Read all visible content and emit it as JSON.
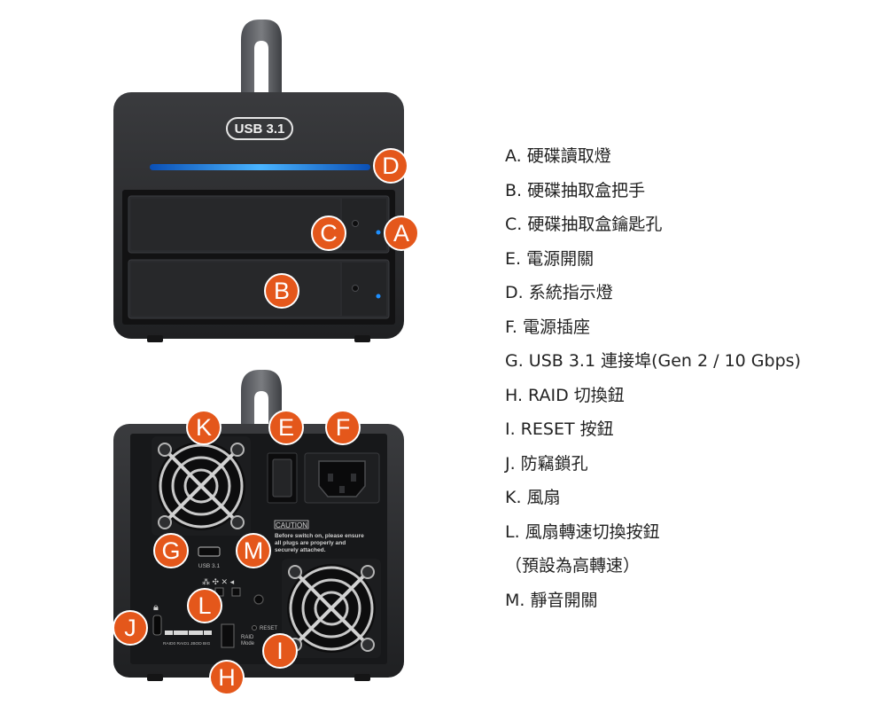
{
  "front": {
    "badge": "USB 3.1"
  },
  "rear": {
    "caution_title": "CAUTION",
    "caution_lines": [
      "Before switch on, please ensure",
      "all plugs are properly and",
      "securely attached."
    ],
    "usb_label": "USB 3.1",
    "reset_label": "RESET",
    "raid_mode_line1": "RAID",
    "raid_mode_line2": "Mode",
    "raid_modes": "RAID0 RAID1 JBOD BIG"
  },
  "markers": {
    "A": "A",
    "B": "B",
    "C": "C",
    "D": "D",
    "E": "E",
    "F": "F",
    "G": "G",
    "H": "H",
    "I": "I",
    "J": "J",
    "K": "K",
    "L": "L",
    "M": "M"
  },
  "legend": [
    "A. 硬碟讀取燈",
    "B. 硬碟抽取盒把手",
    "C. 硬碟抽取盒鑰匙孔",
    "E.  電源開關",
    "D. 系統指示燈",
    "F.  電源插座",
    "G. USB 3.1 連接埠(Gen 2 / 10 Gbps)",
    "H. RAID 切換鈕",
    "I.  RESET 按鈕",
    "J.  防竊鎖孔",
    "K. 風扇",
    "L. 風扇轉速切換按鈕",
    "（預設為高轉速）",
    "M. 靜音開關"
  ],
  "colors": {
    "marker": "#e4571b",
    "led": "#1e8fff",
    "body": "#2a2b2d"
  }
}
